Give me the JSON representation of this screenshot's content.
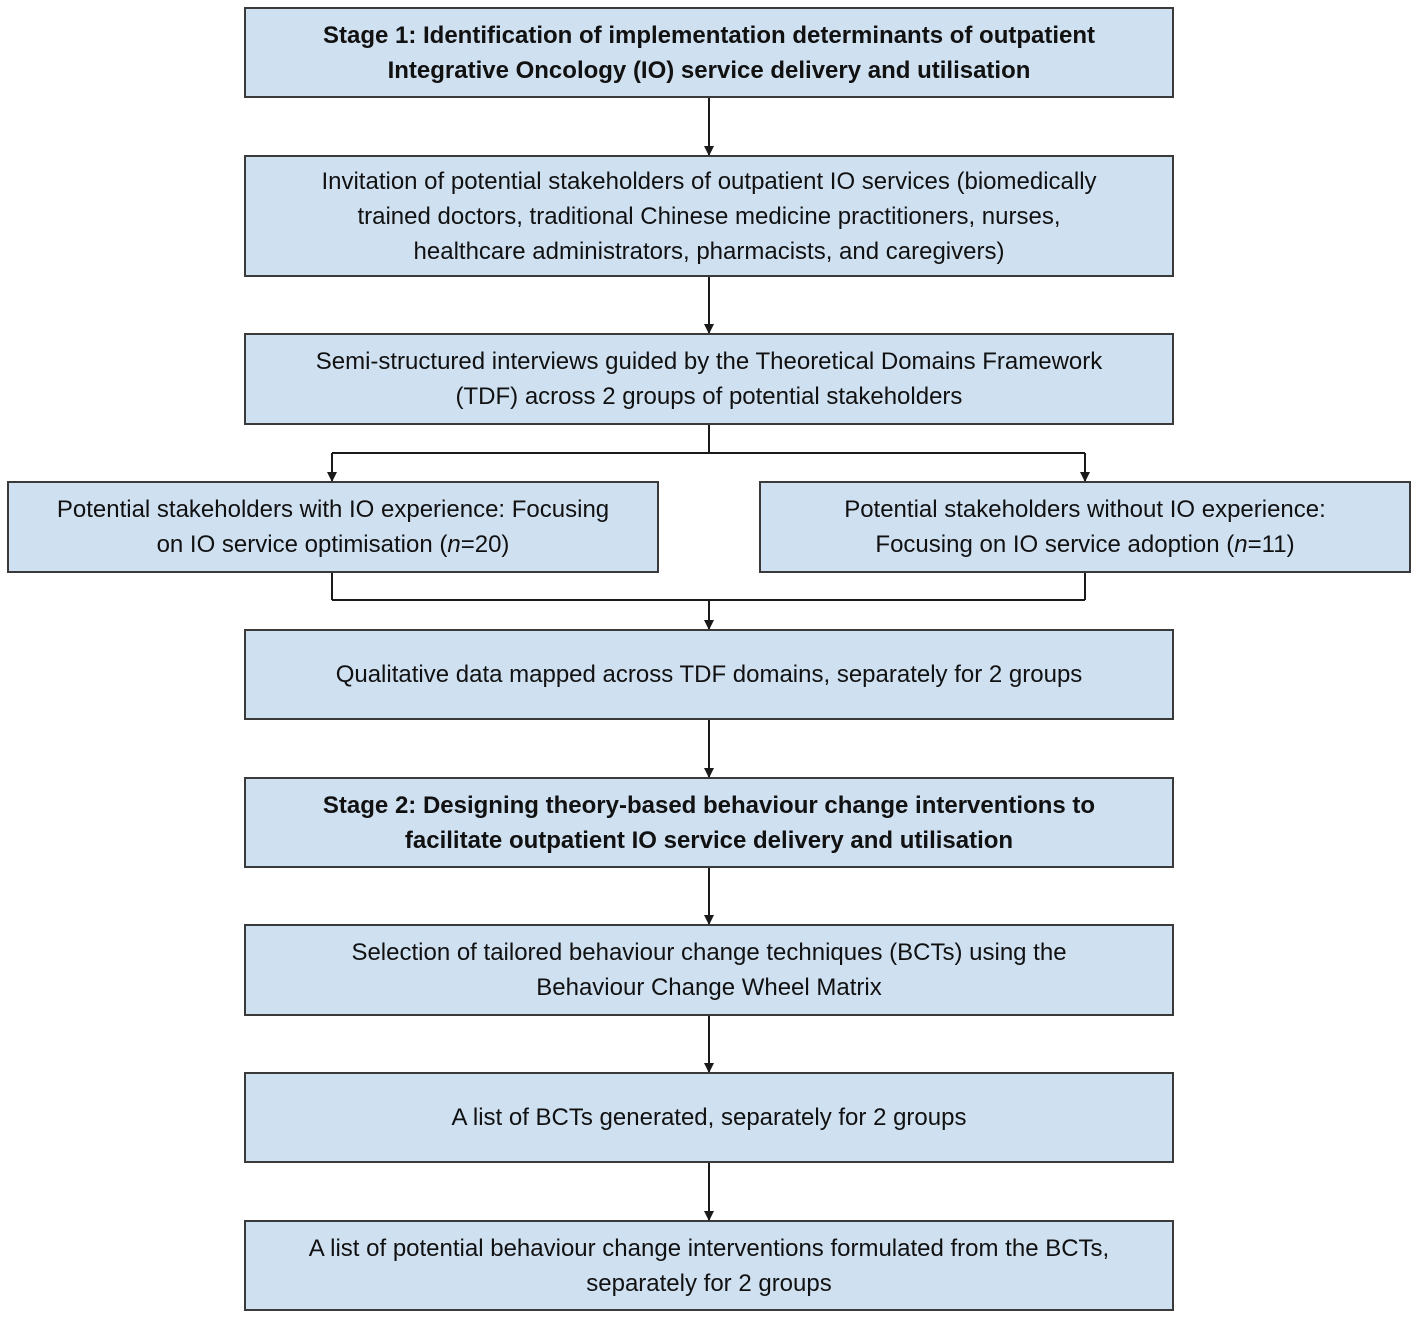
{
  "colors": {
    "box_fill": "#cfe0f1",
    "box_border": "#3a3a3a",
    "connector": "#1a1a1a",
    "text": "#111111"
  },
  "boxes": {
    "stage1": {
      "lines": [
        "Stage 1: Identification of implementation determinants of outpatient",
        "Integrative Oncology (IO) service delivery and utilisation"
      ]
    },
    "invitation": {
      "lines": [
        "Invitation of potential stakeholders of outpatient IO services (biomedically",
        "trained doctors, traditional Chinese medicine practitioners, nurses,",
        "healthcare administrators, pharmacists, and caregivers)"
      ]
    },
    "interviews": {
      "lines": [
        "Semi-structured interviews guided by the Theoretical Domains Framework",
        "(TDF) across 2 groups of potential stakeholders"
      ]
    },
    "with_experience": {
      "line1": "Potential stakeholders with IO experience: Focusing",
      "line2_prefix": "on IO service optimisation (",
      "n_symbol": "n",
      "n_value": "=20)"
    },
    "without_experience": {
      "line1": "Potential stakeholders without IO experience:",
      "line2_prefix": "Focusing on IO service adoption (",
      "n_symbol": "n",
      "n_value": "=11)"
    },
    "mapped": {
      "lines": [
        "Qualitative data mapped across TDF domains, separately for 2 groups"
      ]
    },
    "stage2": {
      "lines": [
        "Stage 2: Designing theory-based behaviour change interventions to",
        "facilitate outpatient IO service delivery and utilisation"
      ]
    },
    "selection": {
      "lines": [
        "Selection of tailored behaviour change techniques (BCTs) using the",
        "Behaviour Change Wheel Matrix"
      ]
    },
    "bct_list": {
      "lines": [
        "A list of BCTs generated, separately for 2 groups"
      ]
    },
    "interventions": {
      "lines": [
        "A list of potential behaviour change interventions formulated from the BCTs,",
        "separately for 2 groups"
      ]
    }
  }
}
